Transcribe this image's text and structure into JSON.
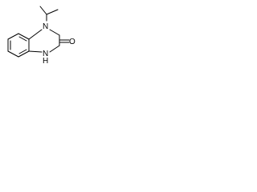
{
  "atoms": {
    "n4": "N",
    "n1": "N",
    "h1": "H",
    "o": "O"
  },
  "colors": {
    "bond": "#000000",
    "label": "#000000",
    "background": "#ffffff"
  }
}
